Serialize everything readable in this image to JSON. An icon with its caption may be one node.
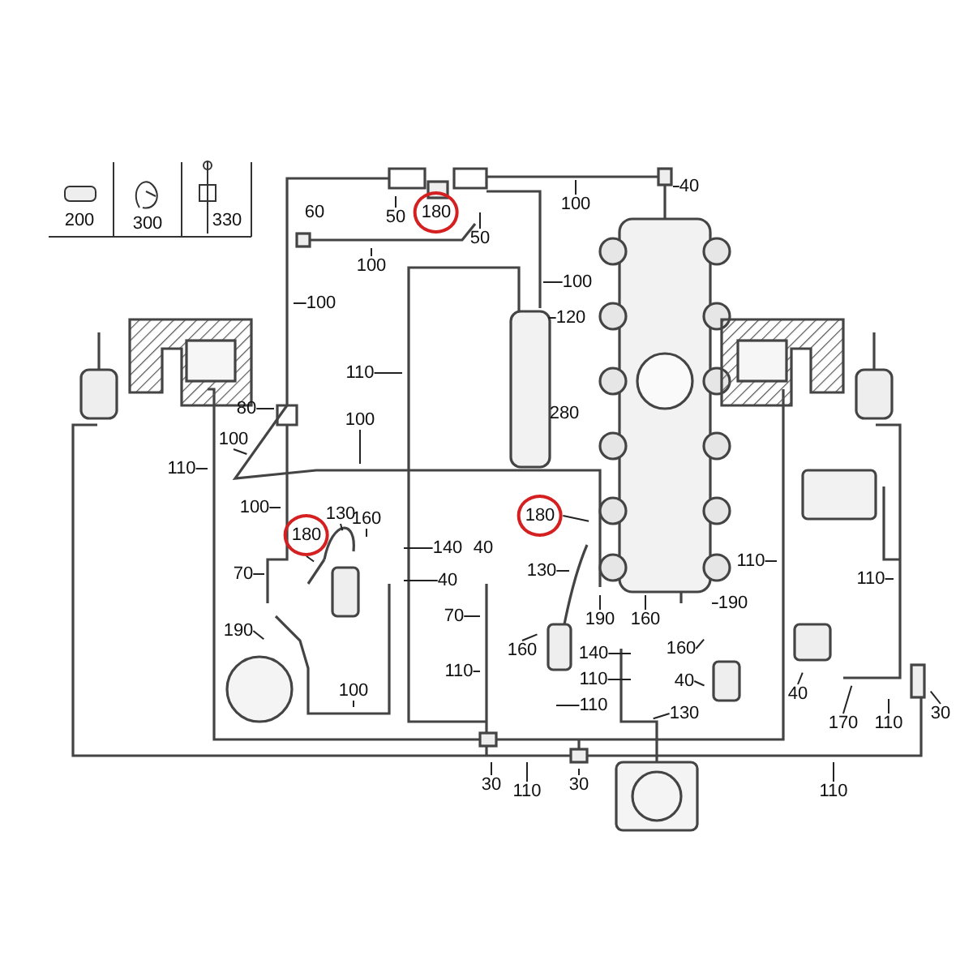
{
  "diagram": {
    "nodes": [
      {
        "text": [
          "50"
        ]
      },
      {
        "text": [
          "50"
        ]
      },
      {
        "text": [
          "100"
        ]
      },
      {
        "text": [
          "100"
        ]
      },
      {
        "text": [
          "40"
        ]
      },
      {
        "text": [
          "100"
        ]
      },
      {
        "text": [
          "100"
        ]
      },
      {
        "text": [
          "120"
        ]
      },
      {
        "text": [
          "110"
        ]
      },
      {
        "text": [
          "80"
        ]
      },
      {
        "text": [
          "100"
        ]
      },
      {
        "text": [
          "100"
        ]
      },
      {
        "text": [
          "110"
        ]
      },
      {
        "text": [
          "100"
        ]
      },
      {
        "text": [
          "180"
        ]
      },
      {
        "text": [
          "130"
        ]
      },
      {
        "text": [
          "160"
        ]
      },
      {
        "text": [
          "140"
        ]
      },
      {
        "text": [
          "40"
        ]
      },
      {
        "text": [
          "70"
        ]
      },
      {
        "text": [
          "190"
        ]
      },
      {
        "text": [
          "100"
        ]
      },
      {
        "text": [
          "70"
        ]
      },
      {
        "text": [
          "110"
        ]
      },
      {
        "text": [
          "180"
        ]
      },
      {
        "text": [
          "130"
        ]
      },
      {
        "text": [
          "160"
        ]
      },
      {
        "text": [
          "140"
        ]
      },
      {
        "text": [
          "110"
        ]
      },
      {
        "text": [
          "110"
        ]
      },
      {
        "text": [
          "190"
        ]
      },
      {
        "text": [
          "160"
        ]
      },
      {
        "text": [
          "190"
        ]
      },
      {
        "text": [
          "160"
        ]
      },
      {
        "text": [
          "40"
        ]
      },
      {
        "text": [
          "130"
        ]
      },
      {
        "text": [
          "110"
        ]
      },
      {
        "text": [
          "110"
        ]
      },
      {
        "text": [
          "40"
        ]
      },
      {
        "text": [
          "170"
        ]
      },
      {
        "text": [
          "110"
        ]
      },
      {
        "text": [
          "30"
        ]
      },
      {
        "text": [
          "30"
        ]
      },
      {
        "text": [
          "110"
        ]
      },
      {
        "text": [
          "30"
        ]
      },
      {
        "text": [
          "110"
        ]
      },
      {
        "text": [
          "180"
        ]
      }
    ],
    "edges": [
      {
        "from": 0,
        "to": null,
        "arrow": "none"
      },
      {
        "from": 1,
        "to": null,
        "arrow": "none"
      },
      {
        "from": 2,
        "to": null,
        "arrow": "none"
      },
      {
        "from": 3,
        "to": null,
        "arrow": "none"
      },
      {
        "from": 4,
        "to": null,
        "arrow": "none"
      },
      {
        "from": 5,
        "to": null,
        "arrow": "none"
      },
      {
        "from": 6,
        "to": null,
        "arrow": "none"
      },
      {
        "from": 7,
        "to": null,
        "arrow": "none"
      },
      {
        "from": 8,
        "to": null,
        "arrow": "none"
      },
      {
        "from": 9,
        "to": null,
        "arrow": "none"
      },
      {
        "from": 10,
        "to": null,
        "arrow": "none"
      },
      {
        "from": 11,
        "to": null,
        "arrow": "none"
      },
      {
        "from": 12,
        "to": null,
        "arrow": "none"
      },
      {
        "from": 13,
        "to": null,
        "arrow": "none"
      },
      {
        "from": 14,
        "to": null,
        "arrow": "none"
      },
      {
        "from": 15,
        "to": null,
        "arrow": "none"
      },
      {
        "from": 16,
        "to": null,
        "arrow": "none"
      },
      {
        "from": 17,
        "to": null,
        "arrow": "none"
      },
      {
        "from": 18,
        "to": null,
        "arrow": "none"
      },
      {
        "from": 19,
        "to": null,
        "arrow": "none"
      },
      {
        "from": 20,
        "to": null,
        "arrow": "none"
      },
      {
        "from": 21,
        "to": null,
        "arrow": "none"
      },
      {
        "from": 22,
        "to": null,
        "arrow": "none"
      },
      {
        "from": 23,
        "to": null,
        "arrow": "none"
      },
      {
        "from": 24,
        "to": null,
        "arrow": "none"
      },
      {
        "from": 25,
        "to": null,
        "arrow": "none"
      },
      {
        "from": 26,
        "to": null,
        "arrow": "none"
      },
      {
        "from": 27,
        "to": null,
        "arrow": "none"
      },
      {
        "from": 28,
        "to": null,
        "arrow": "none"
      },
      {
        "from": 29,
        "to": null,
        "arrow": "none"
      },
      {
        "from": 30,
        "to": null,
        "arrow": "none"
      },
      {
        "from": 31,
        "to": null,
        "arrow": "none"
      },
      {
        "from": 32,
        "to": null,
        "arrow": "none"
      },
      {
        "from": 33,
        "to": null,
        "arrow": "none"
      },
      {
        "from": 34,
        "to": null,
        "arrow": "none"
      },
      {
        "from": 35,
        "to": null,
        "arrow": "none"
      },
      {
        "from": 36,
        "to": null,
        "arrow": "none"
      },
      {
        "from": 37,
        "to": null,
        "arrow": "none"
      },
      {
        "from": 38,
        "to": null,
        "arrow": "none"
      },
      {
        "from": 39,
        "to": null,
        "arrow": "none"
      },
      {
        "from": 40,
        "to": null,
        "arrow": "none"
      },
      {
        "from": 41,
        "to": null,
        "arrow": "none"
      },
      {
        "from": 42,
        "to": null,
        "arrow": "none"
      },
      {
        "from": 43,
        "to": null,
        "arrow": "none"
      },
      {
        "from": 44,
        "to": null,
        "arrow": "none"
      },
      {
        "from": 45,
        "to": null,
        "arrow": "none"
      }
    ],
    "labels": [
      "200",
      "300",
      "330",
      "60",
      "280",
      "40"
    ]
  }
}
